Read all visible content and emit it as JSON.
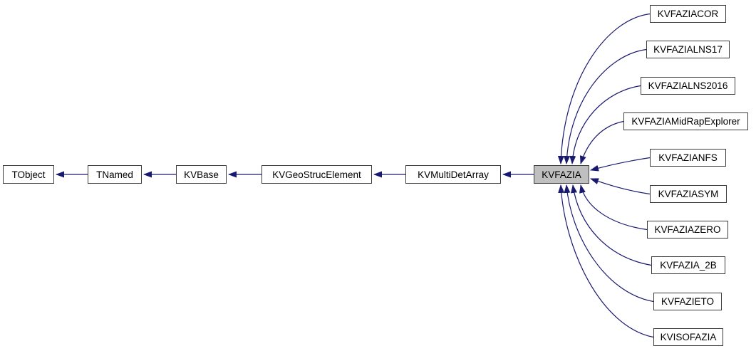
{
  "diagram": {
    "type": "class-inheritance-graph",
    "highlighted_node": "KVFAZIA",
    "colors": {
      "edge": "#191970",
      "node_border": "#3b3b3b",
      "node_fill": "#ffffff",
      "highlight_fill": "#bfbfbf",
      "text": "#000000",
      "background": "#ffffff"
    },
    "nodes": {
      "tobject": {
        "label": "TObject"
      },
      "tnamed": {
        "label": "TNamed"
      },
      "kvbase": {
        "label": "KVBase"
      },
      "kvgeostrucelement": {
        "label": "KVGeoStrucElement"
      },
      "kvmultidetarray": {
        "label": "KVMultiDetArray"
      },
      "kvfazia": {
        "label": "KVFAZIA"
      },
      "kvfaziacor": {
        "label": "KVFAZIACOR"
      },
      "kvfazialns17": {
        "label": "KVFAZIALNS17"
      },
      "kvfazialns2016": {
        "label": "KVFAZIALNS2016"
      },
      "kvfaziamidrapexplorer": {
        "label": "KVFAZIAMidRapExplorer"
      },
      "kvfazianfs": {
        "label": "KVFAZIANFS"
      },
      "kvfaziasym": {
        "label": "KVFAZIASYM"
      },
      "kvfaziazero": {
        "label": "KVFAZIAZERO"
      },
      "kvfazia_2b": {
        "label": "KVFAZIA_2B"
      },
      "kvfazieto": {
        "label": "KVFAZIETO"
      },
      "kvisofazia": {
        "label": "KVISOFAZIA"
      }
    },
    "edges": [
      {
        "from": "TNamed",
        "to": "TObject",
        "relation": "inherits"
      },
      {
        "from": "KVBase",
        "to": "TNamed",
        "relation": "inherits"
      },
      {
        "from": "KVGeoStrucElement",
        "to": "KVBase",
        "relation": "inherits"
      },
      {
        "from": "KVMultiDetArray",
        "to": "KVGeoStrucElement",
        "relation": "inherits"
      },
      {
        "from": "KVFAZIA",
        "to": "KVMultiDetArray",
        "relation": "inherits"
      },
      {
        "from": "KVFAZIACOR",
        "to": "KVFAZIA",
        "relation": "inherits"
      },
      {
        "from": "KVFAZIALNS17",
        "to": "KVFAZIA",
        "relation": "inherits"
      },
      {
        "from": "KVFAZIALNS2016",
        "to": "KVFAZIA",
        "relation": "inherits"
      },
      {
        "from": "KVFAZIAMidRapExplorer",
        "to": "KVFAZIA",
        "relation": "inherits"
      },
      {
        "from": "KVFAZIANFS",
        "to": "KVFAZIA",
        "relation": "inherits"
      },
      {
        "from": "KVFAZIASYM",
        "to": "KVFAZIA",
        "relation": "inherits"
      },
      {
        "from": "KVFAZIAZERO",
        "to": "KVFAZIA",
        "relation": "inherits"
      },
      {
        "from": "KVFAZIA_2B",
        "to": "KVFAZIA",
        "relation": "inherits"
      },
      {
        "from": "KVFAZIETO",
        "to": "KVFAZIA",
        "relation": "inherits"
      },
      {
        "from": "KVISOFAZIA",
        "to": "KVFAZIA",
        "relation": "inherits"
      }
    ]
  }
}
